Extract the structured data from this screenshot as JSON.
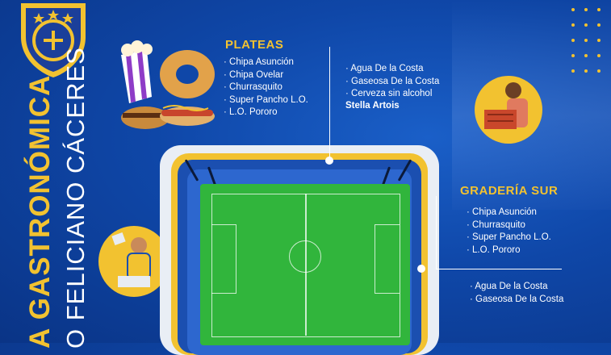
{
  "titles": {
    "line1": "A GASTRONÓMICA",
    "line2": "O FELICIANO CÁCERES"
  },
  "plateas": {
    "header": "PLATEAS",
    "food": [
      "Chipa Asunción",
      "Chipa Ovelar",
      "Churrasquito",
      "Super Pancho L.O.",
      "L.O. Pororo"
    ],
    "drinks": [
      "Agua De la Costa",
      "Gaseosa De la Costa",
      "Cerveza sin alcohol"
    ],
    "drinks_brand": "Stella Artois"
  },
  "graderia_sur": {
    "header": "GRADERÍA SUR",
    "food": [
      "Chipa Asunción",
      "Churrasquito",
      "Super Pancho L.O.",
      "L.O. Pororo"
    ],
    "drinks": [
      "Agua De la Costa",
      "Gaseosa De la Costa"
    ]
  },
  "colors": {
    "background": "#0f47a8",
    "accent_yellow": "#f2c230",
    "pitch_green": "#31b53c"
  },
  "icons": {
    "crest": "club-crest-icon",
    "food": "food-illustration-icon",
    "vendor_left": "vendor-photo-icon",
    "vendor_right": "beer-vendor-photo-icon"
  }
}
